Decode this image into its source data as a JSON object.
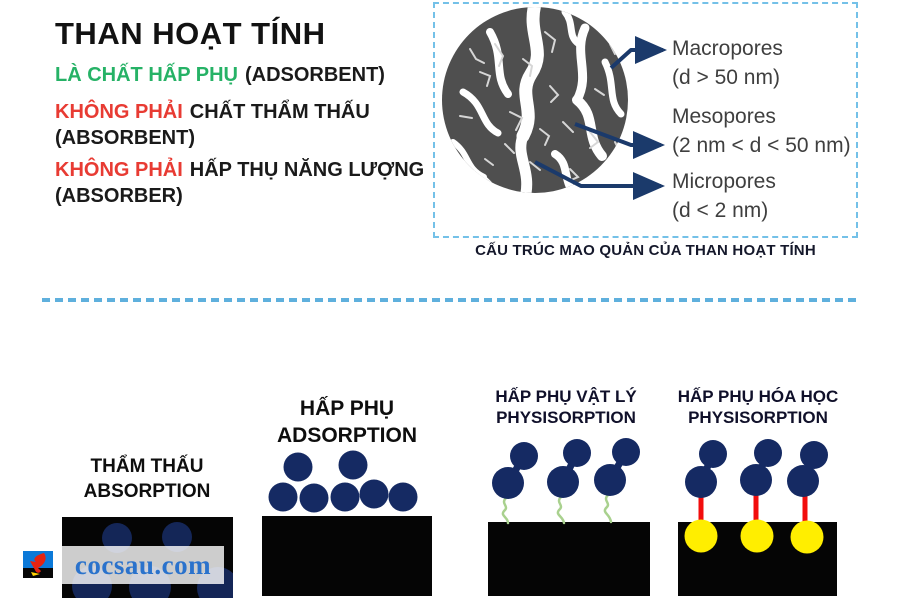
{
  "intro": {
    "title": "THAN HOẠT TÍNH",
    "lines": [
      {
        "highlight": "LÀ CHẤT HẤP PHỤ",
        "rest": "(ADSORBENT)",
        "cont": ""
      },
      {
        "highlight": "KHÔNG PHẢI",
        "rest": "CHẤT THẨM THẤU",
        "cont": "(ABSORBENT)"
      },
      {
        "highlight": "KHÔNG PHẢI",
        "rest": "HẤP THỤ NĂNG LƯỢNG",
        "cont": "(ABSORBER)"
      }
    ]
  },
  "pore_panel": {
    "caption": "CẤU TRÚC MAO QUẢN CỦA THAN HOẠT TÍNH",
    "labels": [
      {
        "name": "Macropores",
        "size": "(d > 50 nm)"
      },
      {
        "name": "Mesopores",
        "size": "(2 nm < d < 50 nm)"
      },
      {
        "name": "Micropores",
        "size": "(d < 2 nm)"
      }
    ]
  },
  "diagrams": [
    {
      "title_vi": "THẨM THẤU",
      "title_en": "ABSORPTION"
    },
    {
      "title_vi": "HẤP PHỤ",
      "title_en": "ADSORPTION"
    },
    {
      "title_vi": "HẤP PHỤ VẬT LÝ",
      "title_en": "PHYSISORPTION"
    },
    {
      "title_vi": "HẤP PHỤ HÓA HỌC",
      "title_en": "PHYSISORPTION"
    }
  ],
  "watermark": {
    "text": "cocsau.com"
  },
  "colors": {
    "green_highlight": "#26b266",
    "red_highlight": "#e83b33",
    "molecule_navy": "#152a63",
    "arrow_navy": "#1b3a6b",
    "pore_gray": "#4f4f4f",
    "dashed_border_blue": "#74c1e8",
    "divider_blue": "#5fb0dd",
    "bond_red": "#f20d0d",
    "site_yellow": "#ffee00",
    "squiggle_green": "#a9d18e",
    "watermark_blue": "#2a72cc",
    "substrate_black": "#050505"
  }
}
